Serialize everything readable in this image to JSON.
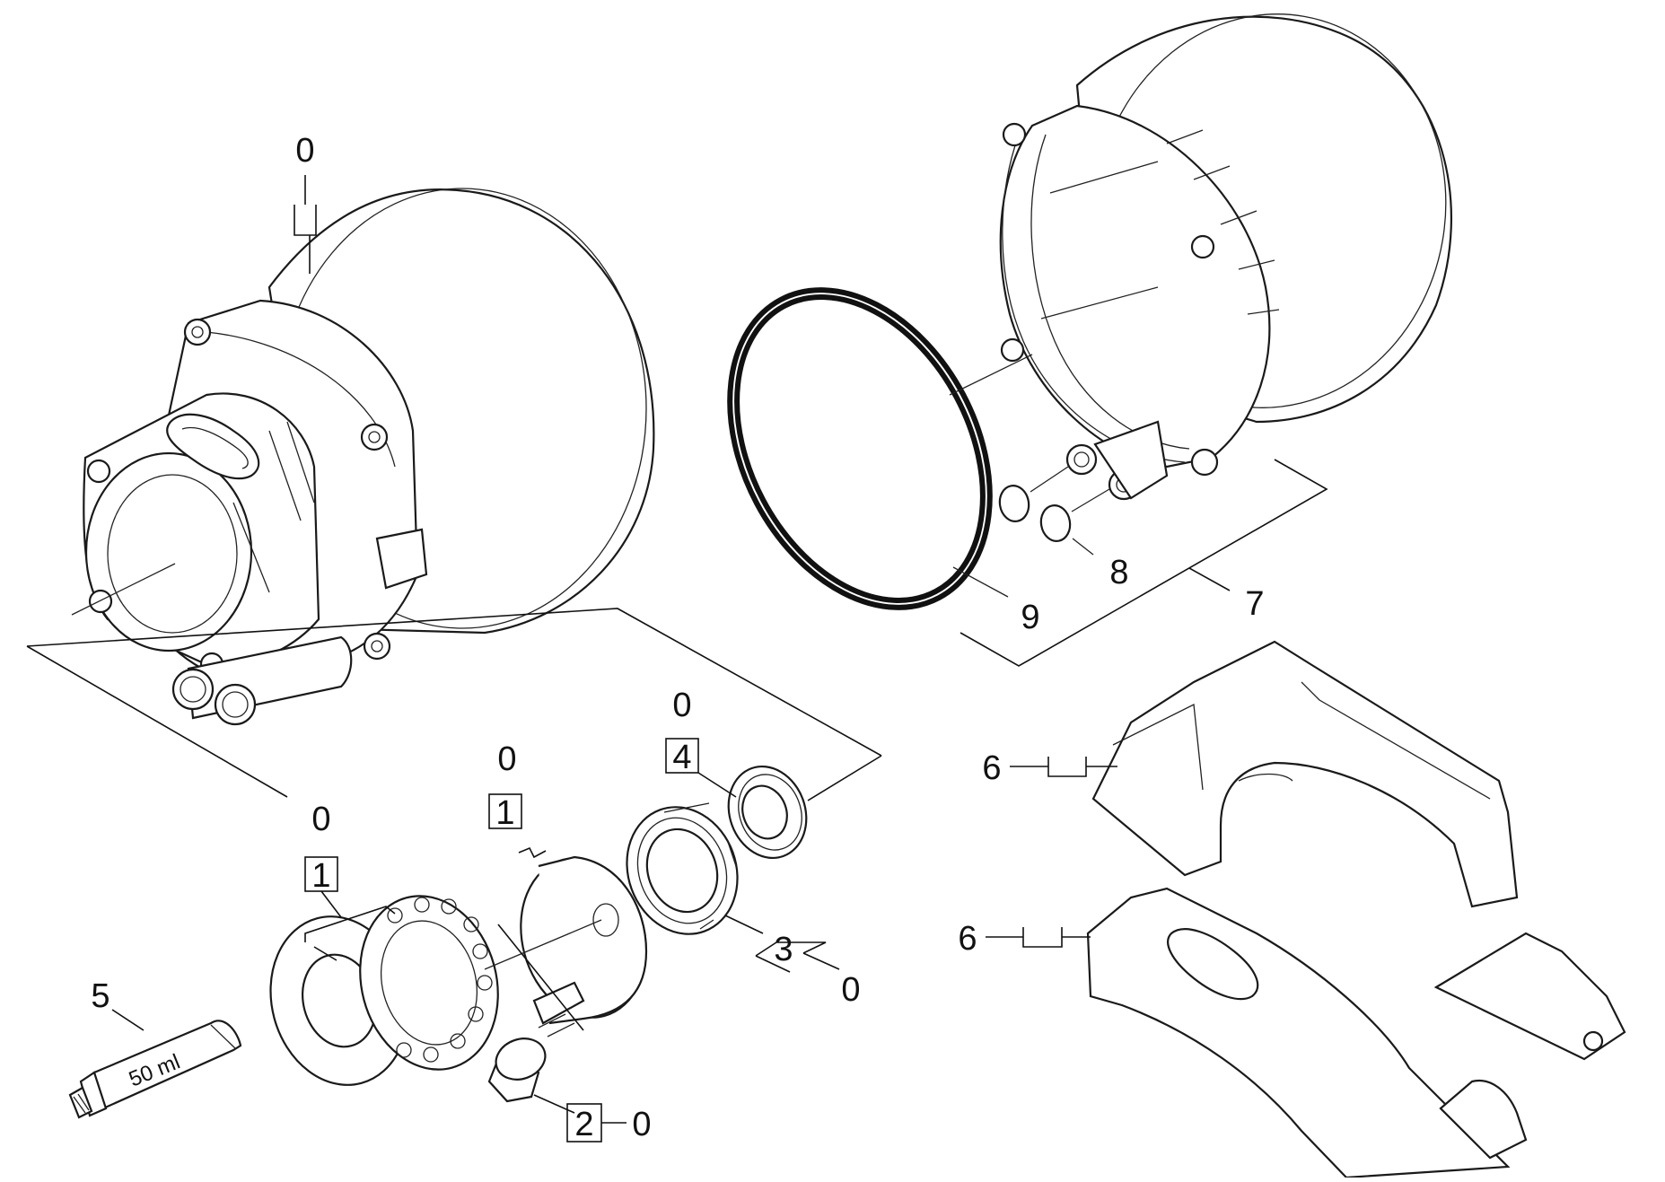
{
  "labels": {
    "pump_housing_0": "0",
    "bracket_6_upper": "6",
    "bracket_6_lower": "6",
    "head_assembly_7": "7",
    "oring_8": "8",
    "gasket_9": "9",
    "thrust_bearing_group_0": "0",
    "thrust_bearing_1": "1",
    "piston_cup_group_0": "0",
    "piston_cup_1": "1",
    "seal_group_0": "0",
    "seal_4": "4",
    "ball_bearing_3": "3",
    "ball_bearing_3_sub": "0",
    "screw_2": "2",
    "screw_2_sub": "0",
    "grease_tube_5": "5"
  },
  "tube_text": "50 ml"
}
